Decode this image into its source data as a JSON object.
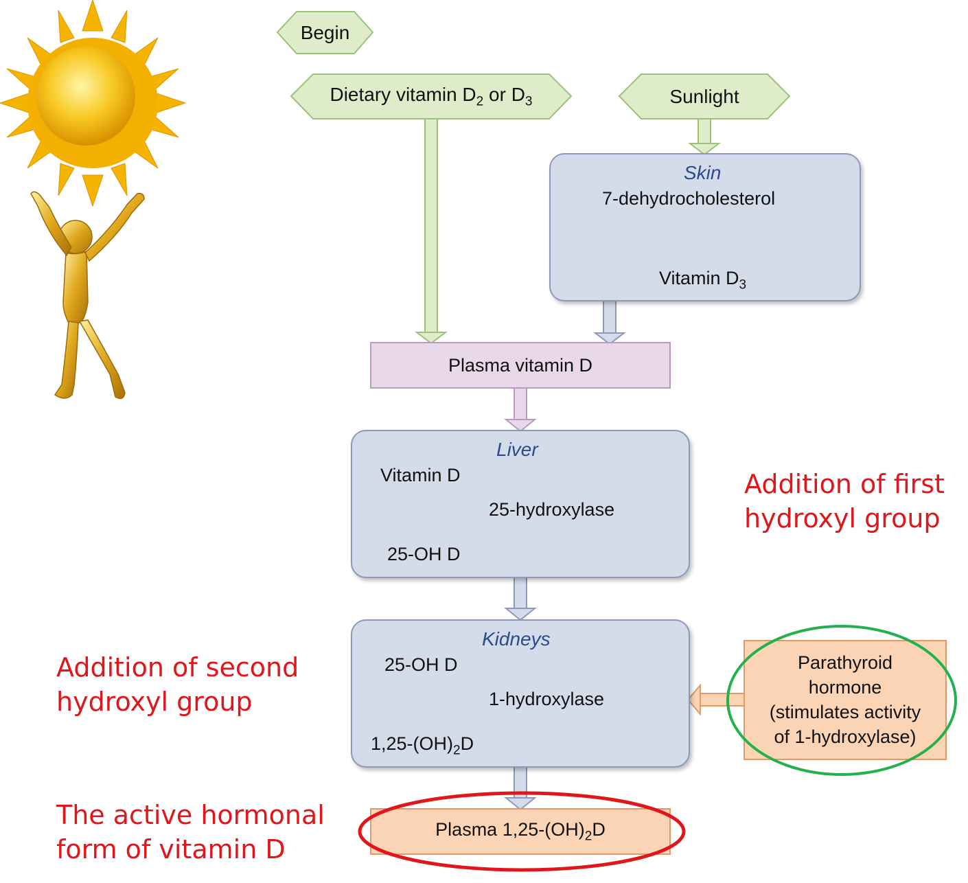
{
  "nodes": {
    "begin": "Begin",
    "dietary": {
      "prefix": "Dietary vitamin D",
      "sub1": "2",
      "mid": " or D",
      "sub2": "3"
    },
    "sunlight": "Sunlight",
    "skin": {
      "title": "Skin",
      "from": "7-dehydrocholesterol",
      "to_prefix": "Vitamin D",
      "to_sub": "3"
    },
    "plasma_vitamin_d": "Plasma vitamin D",
    "liver": {
      "title": "Liver",
      "from": "Vitamin D",
      "enzyme": "25-hydroxylase",
      "to": "25-OH D"
    },
    "kidneys": {
      "title": "Kidneys",
      "from": "25-OH D",
      "enzyme": "1-hydroxylase",
      "to_prefix": "1,25-(OH)",
      "to_sub": "2",
      "to_suffix": "D"
    },
    "pth": {
      "line1": "Parathyroid",
      "line2": "hormone",
      "line3": "(stimulates activity",
      "line4": "of 1-hydroxylase)"
    },
    "final": {
      "prefix": "Plasma 1,25-(OH)",
      "sub": "2",
      "suffix": "D"
    }
  },
  "annotations": {
    "first_hydroxyl": {
      "line1": "Addition of first",
      "line2": "hydroxyl group"
    },
    "second_hydroxyl": {
      "line1": "Addition of second",
      "line2": "hydroxyl group"
    },
    "active_form": {
      "line1": "The active hormonal",
      "line2": "form of vitamin D"
    }
  },
  "illustration": {
    "name": "sun-and-gold-figure-illustration"
  },
  "colors": {
    "green_fill": "#dfecc9",
    "green_stroke": "#9cc27a",
    "lavender_fill": "#e8d8ea",
    "lavender_stroke": "#b99abf",
    "blue_fill": "#d4dcea",
    "blue_stroke": "#8a9ab8",
    "peach_fill": "#fad4b4",
    "peach_stroke": "#e09a6a",
    "annotation_red": "#e0161b",
    "highlight_green": "#22b14c",
    "highlight_red": "#e0161b"
  }
}
